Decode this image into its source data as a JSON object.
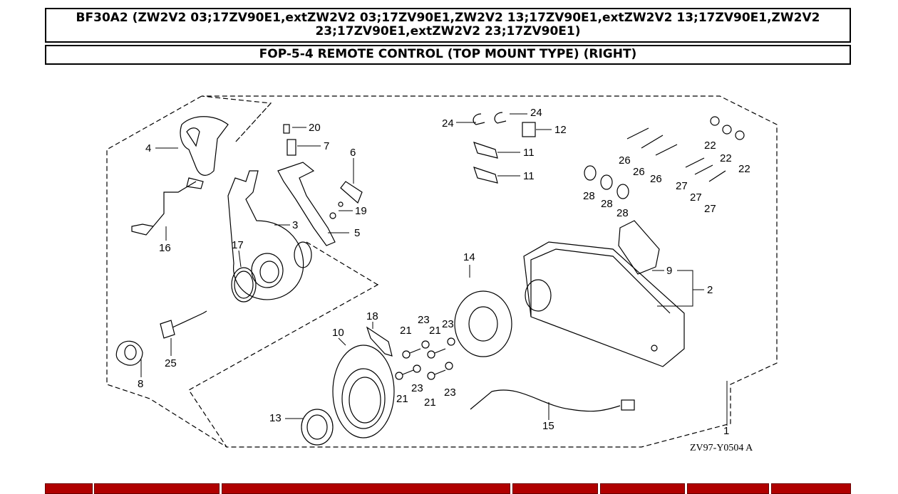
{
  "header": {
    "model_line1": "BF30A2 (ZW2V2 03;17ZV90E1,extZW2V2 03;17ZV90E1,ZW2V2 13;17ZV90E1,extZW2V2 13;17ZV90E1,ZW2V2",
    "model_line2": "23;17ZV90E1,extZW2V2 23;17ZV90E1)",
    "section_title": "FOP-5-4 REMOTE CONTROL (TOP MOUNT TYPE) (RIGHT)"
  },
  "diagram": {
    "drawing_code": "ZV97-Y0504 A",
    "callouts": {
      "c1": "1",
      "c2": "2",
      "c3": "3",
      "c4": "4",
      "c5": "5",
      "c6": "6",
      "c7": "7",
      "c8": "8",
      "c9": "9",
      "c10": "10",
      "c11a": "11",
      "c11b": "11",
      "c12": "12",
      "c13": "13",
      "c14": "14",
      "c15": "15",
      "c16": "16",
      "c17": "17",
      "c18": "18",
      "c19": "19",
      "c20": "20",
      "c21a": "21",
      "c21b": "21",
      "c21c": "21",
      "c21d": "21",
      "c22a": "22",
      "c22b": "22",
      "c22c": "22",
      "c23a": "23",
      "c23b": "23",
      "c23c": "23",
      "c23d": "23",
      "c24a": "24",
      "c24b": "24",
      "c25": "25",
      "c26a": "26",
      "c26b": "26",
      "c26c": "26",
      "c27a": "27",
      "c27b": "27",
      "c27c": "27",
      "c28a": "28",
      "c28b": "28",
      "c28c": "28"
    }
  },
  "colors": {
    "table_header": "#b00000"
  }
}
